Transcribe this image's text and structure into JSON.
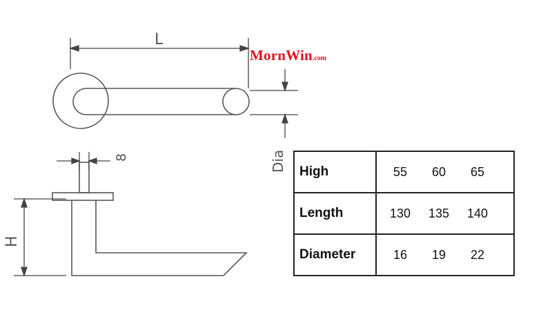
{
  "dimension_labels": {
    "length": "L",
    "rose_thickness": "8",
    "diameter": "Dia",
    "height": "H"
  },
  "logo": {
    "main": "MornWin",
    "suffix": ".com",
    "color": "#e01020"
  },
  "spec_table": {
    "rows": [
      {
        "label": "High",
        "values": [
          "55",
          "60",
          "65"
        ]
      },
      {
        "label": "Length",
        "values": [
          "130",
          "135",
          "140"
        ]
      },
      {
        "label": "Diameter",
        "values": [
          "16",
          "19",
          "22"
        ]
      }
    ]
  }
}
